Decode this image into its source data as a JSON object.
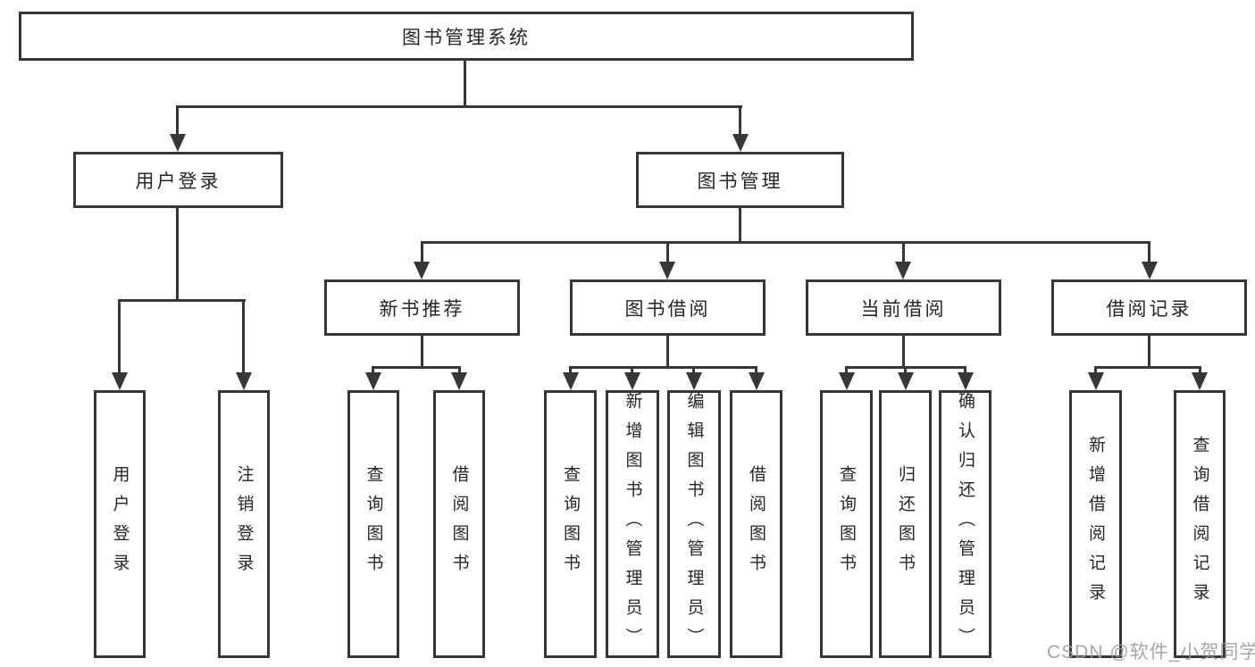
{
  "root": {
    "label": "图书管理系统",
    "children": [
      {
        "label": "用户登录",
        "children": [
          {
            "label": "用户登录"
          },
          {
            "label": "注销登录"
          }
        ]
      },
      {
        "label": "图书管理",
        "children": [
          {
            "label": "新书推荐",
            "children": [
              {
                "label": "查询图书"
              },
              {
                "label": "借阅图书"
              }
            ]
          },
          {
            "label": "图书借阅",
            "children": [
              {
                "label": "查询图书"
              },
              {
                "label": "新增图书（管理员）"
              },
              {
                "label": "编辑图书（管理员）"
              },
              {
                "label": "借阅图书"
              }
            ]
          },
          {
            "label": "当前借阅",
            "children": [
              {
                "label": "查询图书"
              },
              {
                "label": "归还图书"
              },
              {
                "label": "确认归还（管理员）"
              }
            ]
          },
          {
            "label": "借阅记录",
            "children": [
              {
                "label": "新增借阅记录"
              },
              {
                "label": "查询借阅记录"
              }
            ]
          }
        ]
      }
    ]
  },
  "watermark": "CSDN @软件_小贺同学",
  "colors": {
    "background": "#ffffff",
    "box_border": "#373737",
    "connector_line": "#373737",
    "text": "#262626",
    "watermark": "#9a9a9a"
  }
}
